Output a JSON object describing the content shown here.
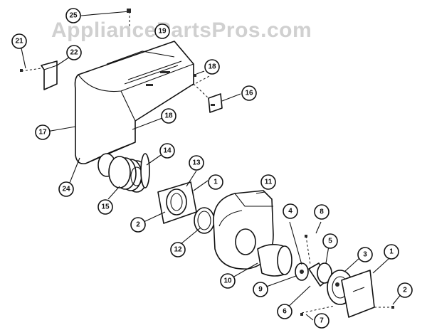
{
  "watermark": "AppliancePartsPros.com",
  "callouts": [
    {
      "label": "25"
    },
    {
      "label": "19"
    },
    {
      "label": "21"
    },
    {
      "label": "22"
    },
    {
      "label": "18"
    },
    {
      "label": "18"
    },
    {
      "label": "17"
    },
    {
      "label": "16"
    },
    {
      "label": "14"
    },
    {
      "label": "13"
    },
    {
      "label": "1"
    },
    {
      "label": "24"
    },
    {
      "label": "15"
    },
    {
      "label": "11"
    },
    {
      "label": "2"
    },
    {
      "label": "12"
    },
    {
      "label": "4"
    },
    {
      "label": "8"
    },
    {
      "label": "5"
    },
    {
      "label": "10"
    },
    {
      "label": "3"
    },
    {
      "label": "1"
    },
    {
      "label": "9"
    },
    {
      "label": "6"
    },
    {
      "label": "7"
    },
    {
      "label": "2"
    }
  ]
}
